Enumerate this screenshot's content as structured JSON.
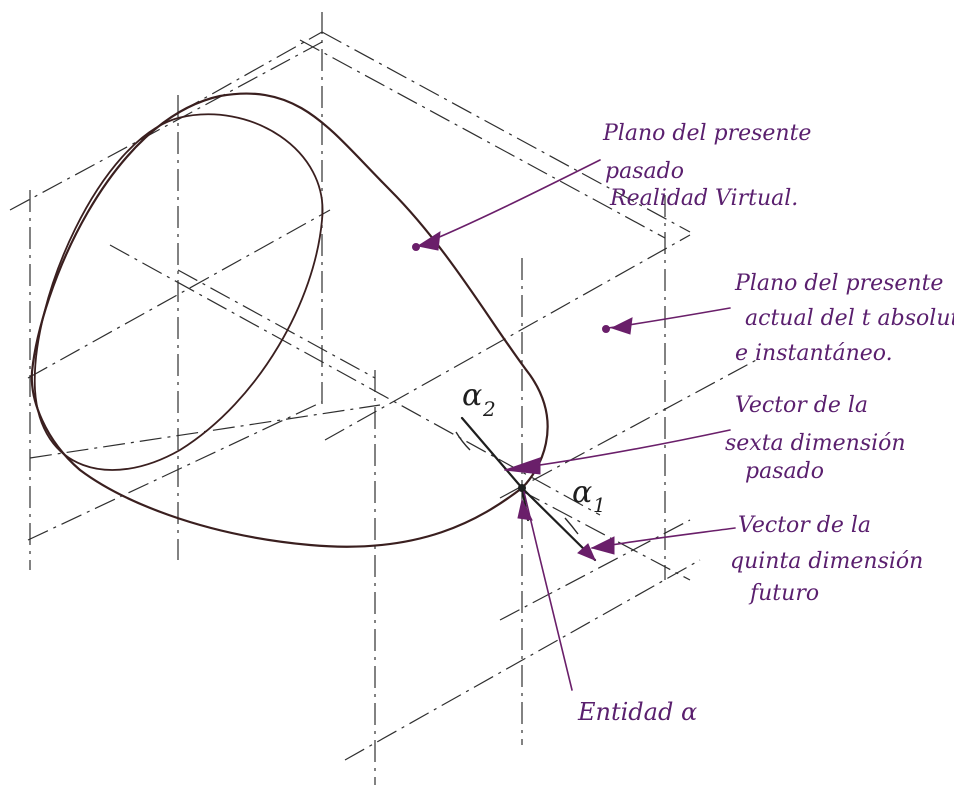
{
  "labels": {
    "plano_pasado_line1": "Plano del presente",
    "plano_pasado_line2": "pasado",
    "plano_pasado_line3": "Realidad Virtual.",
    "plano_actual_line1": "Plano del presente",
    "plano_actual_line2": "actual del t absoluto",
    "plano_actual_line3": "e instantáneo.",
    "vector_sexta_line1": "Vector de la",
    "vector_sexta_line2": "sexta dimensión",
    "vector_sexta_line3": "pasado",
    "vector_quinta_line1": "Vector de la",
    "vector_quinta_line2": "quinta dimensión",
    "vector_quinta_line3": "futuro",
    "entidad": "Entidad α",
    "alpha2": "α",
    "alpha2_sub": "2",
    "alpha1": "α",
    "alpha1_sub": "1"
  },
  "colors": {
    "ink_labels": "#5a1f6e",
    "ink_pointers": "#6a1f6a",
    "ink_outline": "#3a1f1f",
    "ink_construction": "#2f2f2f",
    "paper": "#ffffff"
  }
}
